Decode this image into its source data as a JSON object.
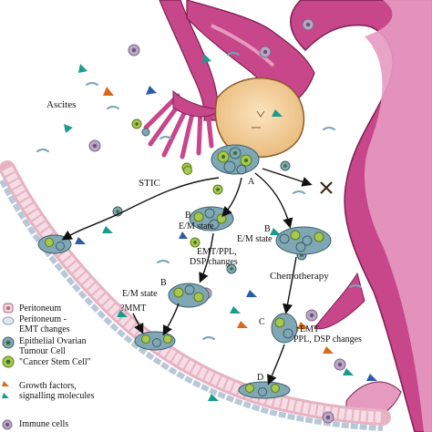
{
  "labels": {
    "ascites": "Ascites",
    "stic": "STIC",
    "a": "A",
    "b1": "B",
    "b1_state": "E/M state",
    "b2": "B",
    "b2_state": "E/M state",
    "b3": "B",
    "b3_state": "E/M state",
    "emt_line1": "EMT/PPL,",
    "emt_line2": "DSP changes",
    "mmt": "?MMT",
    "chemo": "Chemotherapy",
    "c": "C",
    "c_line1": "↑EMT",
    "c_line2": "PPL, DSP changes",
    "d": "D"
  },
  "legend": [
    {
      "icon": "peritoneum-cell-icon",
      "lines": [
        "Peritoneum"
      ]
    },
    {
      "icon": "emt-peritoneum-cell-icon",
      "lines": [
        "Peritoneum -",
        "EMT changes"
      ]
    },
    {
      "icon": "tumour-cell-icon",
      "lines": [
        "Epithelial Ovarian",
        "Tumour Cell"
      ]
    },
    {
      "icon": "stem-cell-icon",
      "lines": [
        "\"Cancer Stem Cell\""
      ]
    },
    {
      "icon": "growth-factor-icon",
      "lines": [
        "Growth factors,",
        "signalling molecules"
      ]
    },
    {
      "icon": "immune-cell-icon",
      "lines": [
        "Immune cells"
      ]
    }
  ],
  "colors": {
    "uterus": "#c8468a",
    "uterus_light": "#e59ac0",
    "ovary": "#f3cf9a",
    "peritoneum": "#f1d3dc",
    "tumour": "#7fa7b4",
    "tumour_nucleus": "#3b6d2e",
    "stem_cell": "#a6c84b",
    "growth_factor_orange": "#d96a1b",
    "growth_factor_teal": "#1a9c8c",
    "growth_factor_blue": "#2a5ca8",
    "immune": "#b9a6c4"
  }
}
